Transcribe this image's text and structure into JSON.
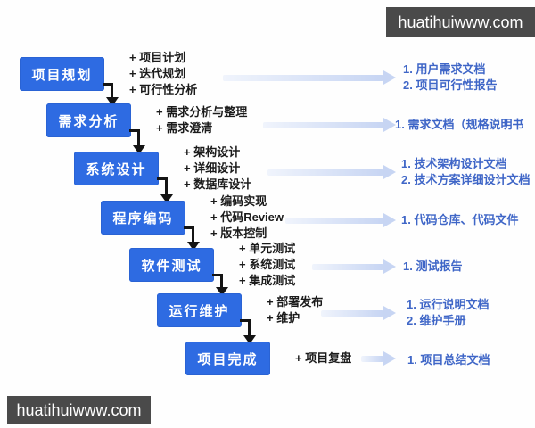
{
  "watermark_top": "huatihuiwww.com",
  "watermark_bottom": "huatihuiwww.com",
  "colors": {
    "stage_box_blue": "#2e6be2",
    "output_text_blue": "#3f66c7",
    "flow_arrow_light_blue": "#c7d5f3",
    "connector_black": "#141414",
    "watermark_bg": "#4a4a4a"
  },
  "stages": [
    {
      "label": "项目规划",
      "inputs": [
        "+ 项目计划",
        "+ 迭代规划",
        "+ 可行性分析"
      ],
      "outputs": [
        "1. 用户需求文档",
        "2. 项目可行性报告"
      ]
    },
    {
      "label": "需求分析",
      "inputs": [
        "+ 需求分析与整理",
        "+ 需求澄清"
      ],
      "outputs": [
        "1. 需求文档（规格说明书"
      ]
    },
    {
      "label": "系统设计",
      "inputs": [
        "+ 架构设计",
        "+ 详细设计",
        "+ 数据库设计"
      ],
      "outputs": [
        "1. 技术架构设计文档",
        "2. 技术方案详细设计文档"
      ]
    },
    {
      "label": "程序编码",
      "inputs": [
        "+ 编码实现",
        "+ 代码Review",
        "+ 版本控制"
      ],
      "outputs": [
        "1. 代码仓库、代码文件"
      ]
    },
    {
      "label": "软件测试",
      "inputs": [
        "+ 单元测试",
        "+ 系统测试",
        "+ 集成测试"
      ],
      "outputs": [
        "1. 测试报告"
      ]
    },
    {
      "label": "运行维护",
      "inputs": [
        "+ 部署发布",
        "+ 维护"
      ],
      "outputs": [
        "1. 运行说明文档",
        "2. 维护手册"
      ]
    },
    {
      "label": "项目完成",
      "inputs": [
        "+ 项目复盘"
      ],
      "outputs": [
        "1. 项目总结文档"
      ]
    }
  ]
}
